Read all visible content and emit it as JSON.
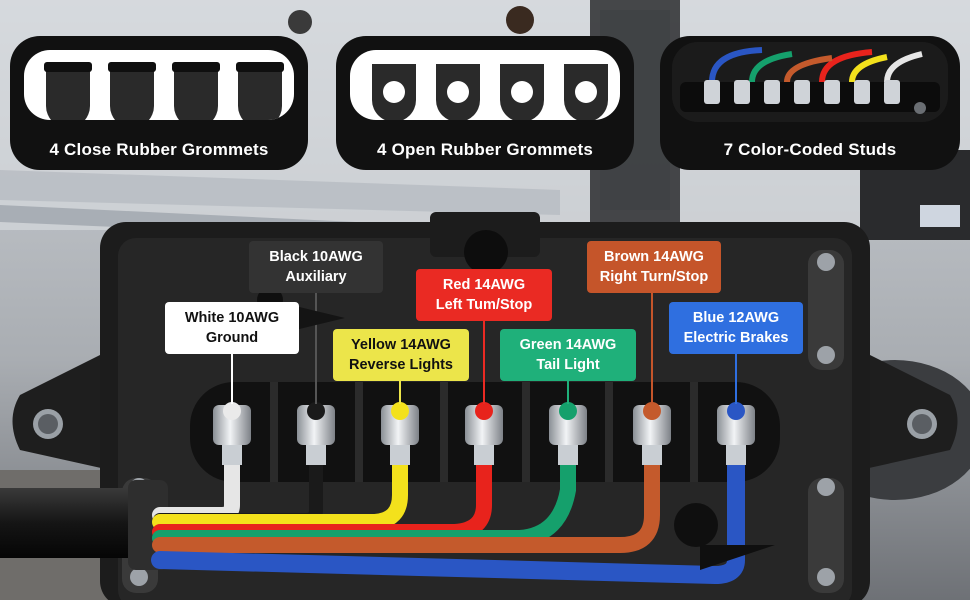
{
  "features": [
    {
      "label": "4 Close Rubber Grommets"
    },
    {
      "label": "4 Open Rubber Grommets"
    },
    {
      "label": "7 Color-Coded Studs"
    }
  ],
  "terminals": [
    {
      "color_name": "White",
      "gauge": "10AWG",
      "function": "Ground",
      "tag_bg": "#ffffff",
      "tag_fg": "#111111",
      "wire": "#e6e6e6"
    },
    {
      "color_name": "Black",
      "gauge": "10AWG",
      "function": "Auxiliary",
      "tag_bg": "#333333",
      "tag_fg": "#ffffff",
      "wire": "#1a1a1a"
    },
    {
      "color_name": "Yellow",
      "gauge": "14AWG",
      "function": "Reverse Lights",
      "tag_bg": "#ece54a",
      "tag_fg": "#111111",
      "wire": "#f3e11c"
    },
    {
      "color_name": "Red",
      "gauge": "14AWG",
      "function": "Left Tum/Stop",
      "tag_bg": "#ea2a23",
      "tag_fg": "#ffffff",
      "wire": "#e8231c"
    },
    {
      "color_name": "Green",
      "gauge": "14AWG",
      "function": "Tail Light",
      "tag_bg": "#1fb07a",
      "tag_fg": "#ffffff",
      "wire": "#15a06c"
    },
    {
      "color_name": "Brown",
      "gauge": "14AWG",
      "function": "Right Turn/Stop",
      "tag_bg": "#c5552a",
      "tag_fg": "#ffffff",
      "wire": "#c45a2c"
    },
    {
      "color_name": "Blue",
      "gauge": "12AWG",
      "function": "Electric Brakes",
      "tag_bg": "#2f6fe0",
      "tag_fg": "#ffffff",
      "wire": "#2a56c4"
    }
  ],
  "tag_text": {
    "white": {
      "line1": "White 10AWG",
      "line2": "Ground"
    },
    "black": {
      "line1": "Black 10AWG",
      "line2": "Auxiliary"
    },
    "yellow": {
      "line1": "Yellow 14AWG",
      "line2": "Reverse Lights"
    },
    "red": {
      "line1": "Red 14AWG",
      "line2": "Left Tum/Stop"
    },
    "green": {
      "line1": "Green 14AWG",
      "line2": "Tail Light"
    },
    "brown": {
      "line1": "Brown 14AWG",
      "line2": "Right Turn/Stop"
    },
    "blue": {
      "line1": "Blue 12AWG",
      "line2": "Electric Brakes"
    }
  },
  "colors": {
    "box": "#1c1c1c",
    "card": "#111111",
    "background": "#8c8f93"
  }
}
